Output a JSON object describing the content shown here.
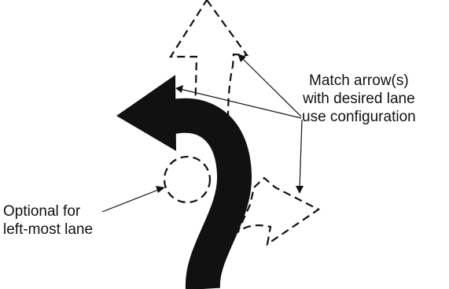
{
  "labels": {
    "match_arrows": [
      "Match arrow(s)",
      "with desired lane",
      "use configuration"
    ],
    "optional_left_most": [
      "Optional for",
      "left-most lane"
    ]
  },
  "colors": {
    "ink": "#111111",
    "background": "#ffffff"
  }
}
